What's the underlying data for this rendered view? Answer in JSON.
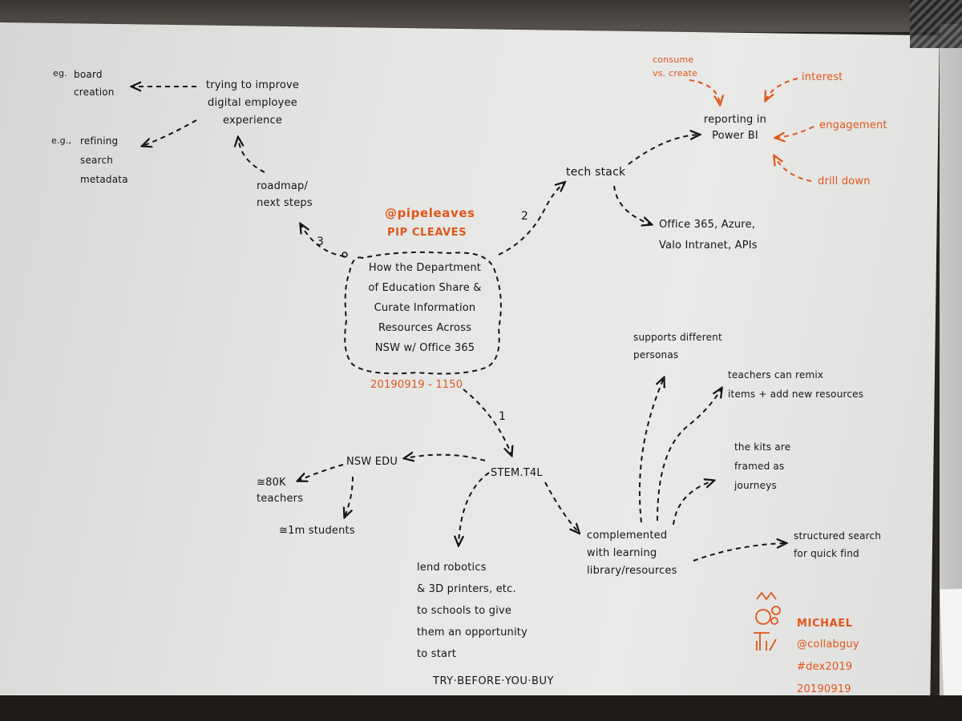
{
  "colors": {
    "ink": "#151515",
    "orange": "#e0551a",
    "paper": "#e6e6e4"
  },
  "center": {
    "handle": "@pipeleaves",
    "name": "PIP CLEAVES",
    "title": "How the Department\nof Education Share &\nCurate Information\nResources Across\nNSW w/ Office 365",
    "date": "20190919 - 1150"
  },
  "branch_numbers": {
    "one": "1",
    "two": "2",
    "three": "3"
  },
  "roadmap": {
    "label": "roadmap/\nnext steps",
    "improve": "trying to improve\ndigital employee\nexperience",
    "eg1_prefix": "eg.",
    "eg1": "board\ncreation",
    "eg2_prefix": "e.g.,",
    "eg2": "refining\nsearch\nmetadata"
  },
  "tech": {
    "label": "tech stack",
    "stack": "Office 365, Azure,\nValo Intranet, APIs",
    "reporting": "reporting in\nPower BI",
    "consume": "consume\nvs. create",
    "interest": "interest",
    "engagement": "engagement",
    "drill": "drill down"
  },
  "stem": {
    "label": "STEM.T4L",
    "nsw": "NSW EDU",
    "teachers": "≅80K\nteachers",
    "students": "≅1m students",
    "lend": "lend robotics\n& 3D printers, etc.\nto schools to give\nthem an opportunity\nto start",
    "try": "TRY·BEFORE·YOU·BUY",
    "complemented": "complemented\nwith learning\nlibrary/resources",
    "personas": "supports different\npersonas",
    "remix": "teachers can remix\nitems + add new resources",
    "kits": "the kits are\nframed as\njourneys",
    "search": "structured search\nfor quick find"
  },
  "signature": {
    "name": "MICHAEL",
    "handle": "@collabguy",
    "tag": "#dex2019",
    "date": "20190919"
  }
}
